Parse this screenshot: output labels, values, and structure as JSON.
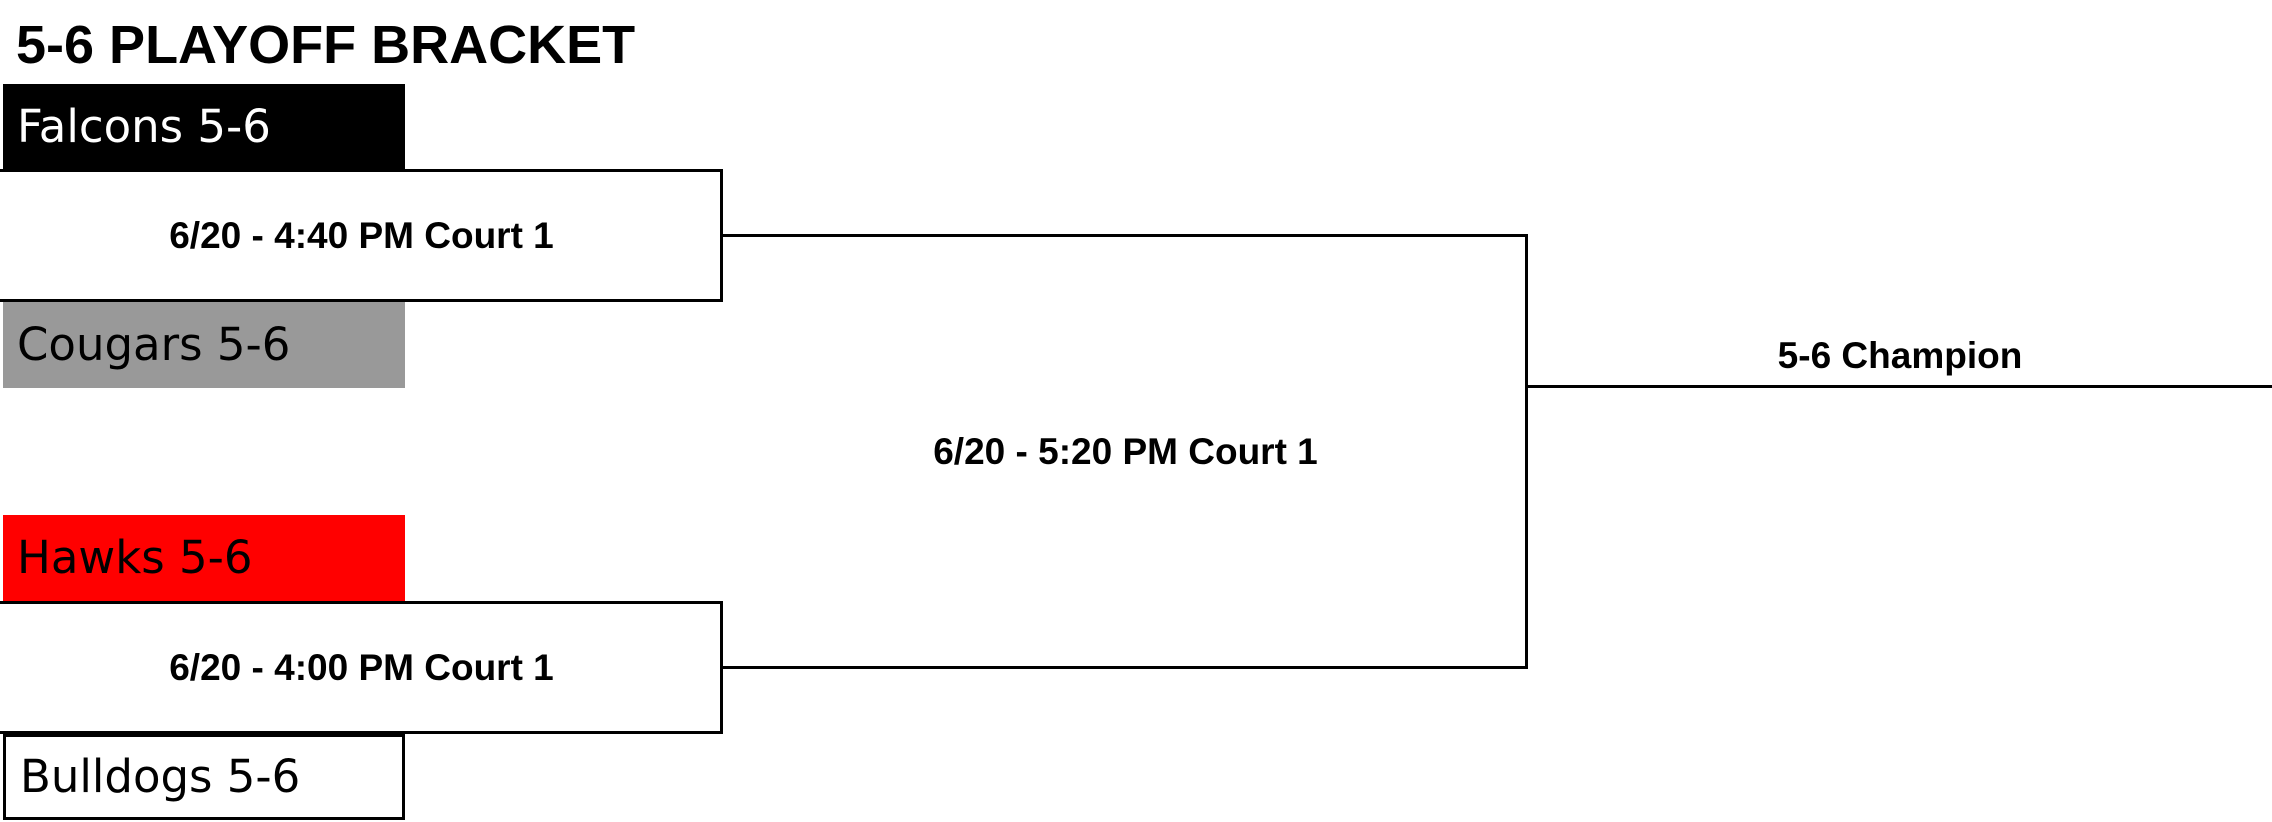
{
  "title": "5-6 PLAYOFF BRACKET",
  "colors": {
    "falcons": "#000000",
    "cougars": "#999999",
    "hawks": "#ff0000",
    "bulldogs": "#ffffff",
    "line": "#000000"
  },
  "teams": {
    "falcons": "Falcons 5-6",
    "cougars": "Cougars 5-6",
    "hawks": "Hawks 5-6",
    "bulldogs": "Bulldogs 5-6"
  },
  "games": {
    "game1": "6/20 - 4:40 PM Court 1",
    "game2": "6/20 - 4:00 PM Court 1",
    "final": "6/20 - 5:20 PM Court 1"
  },
  "champion": "5-6 Champion"
}
